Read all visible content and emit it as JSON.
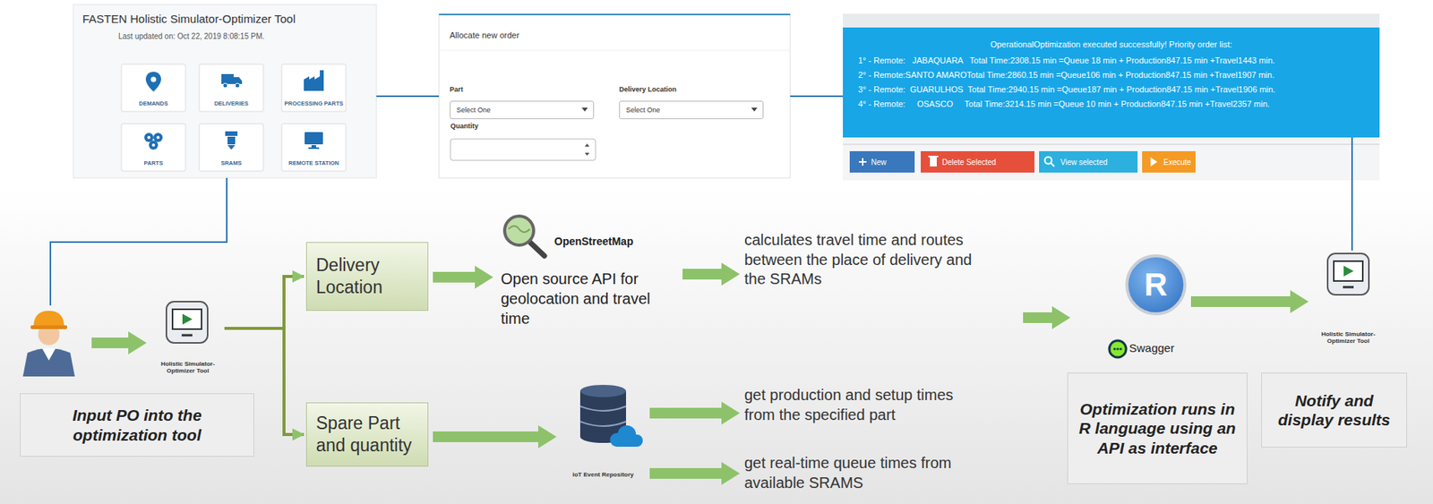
{
  "diagram": {
    "nodes": [
      {
        "text": [
          "FASTEN Holistic Simulator-Optimizer Tool",
          "Last updated on: Oct 22, 2019 8:08:15 PM."
        ]
      },
      {
        "text": [
          "DEMANDS"
        ],
        "in": 0
      },
      {
        "text": [
          "DELIVERIES"
        ],
        "in": 0
      },
      {
        "text": [
          "PROCESSING PARTS"
        ],
        "in": 0
      },
      {
        "text": [
          "PARTS"
        ],
        "in": 0
      },
      {
        "text": [
          "SRAMS"
        ],
        "in": 0
      },
      {
        "text": [
          "REMOTE STATION"
        ],
        "in": 0
      },
      {
        "text": [
          "Allocate new order",
          "Part",
          "Delivery Location",
          "Quantity"
        ]
      },
      {
        "text": [
          "Select One"
        ],
        "in": 7
      },
      {
        "text": [
          "Select One"
        ],
        "in": 7
      },
      {
        "text": [
          "OperationalOptimization executed successfully! Priority order list:",
          "1° - Remote:   JABAQUARA   Total Time:2308.15 min =Queue 18 min + Production847.15 min +Travel1443 min.",
          "2° - Remote:SANTO AMAROTotal Time:2860.15 min =Queue106 min + Production847.15 min +Travel1907 min.",
          "3° - Remote:  GUARULHOS  Total Time:2940.15 min =Queue187 min + Production847.15 min +Travel1906 min.",
          "4° - Remote:     OSASCO     Total Time:3214.15 min =Queue 10 min + Production847.15 min +Travel2357 min."
        ]
      },
      {
        "text": [
          "New"
        ]
      },
      {
        "text": [
          "Delete Selected"
        ]
      },
      {
        "text": [
          "View selected"
        ]
      },
      {
        "text": [
          "Execute"
        ]
      },
      {
        "text": [
          "Input PO into the optimization tool"
        ]
      },
      {
        "text": [
          "Holistic Simulator-Optimizer Tool"
        ]
      },
      {
        "text": [
          "Delivery Location"
        ]
      },
      {
        "text": [
          "Spare Part and quantity"
        ]
      },
      {
        "text": [
          "OpenStreetMap",
          "Open source API for geolocation and travel time"
        ]
      },
      {
        "text": [
          "calculates travel time and routes between the place of delivery and the SRAMs"
        ]
      },
      {
        "text": [
          "IoT Event Repository"
        ]
      },
      {
        "text": [
          "get production and setup times from the specified part"
        ]
      },
      {
        "text": [
          "get real-time queue times from available SRAMS"
        ]
      },
      {
        "text": [
          "R"
        ]
      },
      {
        "text": [
          "Optimization runs in R language using an API as interface"
        ]
      },
      {
        "text": [
          "Holistic Simulator-Optimizer Tool"
        ]
      },
      {
        "text": [
          "Notify and display results"
        ]
      }
    ],
    "edges": [
      {
        "from": 0,
        "to": 7,
        "arrow": "none"
      },
      {
        "from": 7,
        "to": 10,
        "arrow": "none"
      },
      {
        "from": 10,
        "to": 26,
        "arrow": "none"
      },
      {
        "from": 16,
        "to": 17,
        "arrow": "to"
      },
      {
        "from": 16,
        "to": 18,
        "arrow": "to"
      },
      {
        "from": 17,
        "to": 19,
        "arrow": "to"
      },
      {
        "from": 19,
        "to": 20,
        "arrow": "to"
      },
      {
        "from": 18,
        "to": 21,
        "arrow": "to"
      },
      {
        "from": 21,
        "to": 22,
        "arrow": "to"
      },
      {
        "from": 21,
        "to": 23,
        "arrow": "to"
      },
      {
        "from": 24,
        "to": 26,
        "arrow": "to"
      }
    ],
    "labels": [
      "Swagger"
    ]
  }
}
